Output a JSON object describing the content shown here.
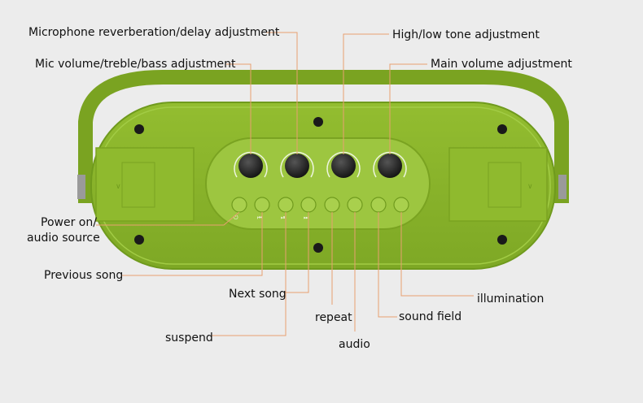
{
  "labels": {
    "mic_reverb": "Microphone reverberation/delay adjustment",
    "mic_volume": "Mic volume/treble/bass adjustment",
    "high_low_tone": "High/low tone adjustment",
    "main_volume": "Main volume adjustment",
    "power_on_line1": "Power on/",
    "power_on_line2": "audio source",
    "previous_song": "Previous song",
    "next_song": "Next song",
    "suspend": "suspend",
    "repeat": "repeat",
    "audio": "audio",
    "sound_field": "sound field",
    "illumination": "illumination"
  },
  "colors": {
    "body_green": "#8ab52a",
    "rim_green": "#76a020",
    "panel_green": "#9ac33a",
    "leader_orange": "#e8a070",
    "background": "#ececec",
    "knob": "#1a1a1a"
  }
}
